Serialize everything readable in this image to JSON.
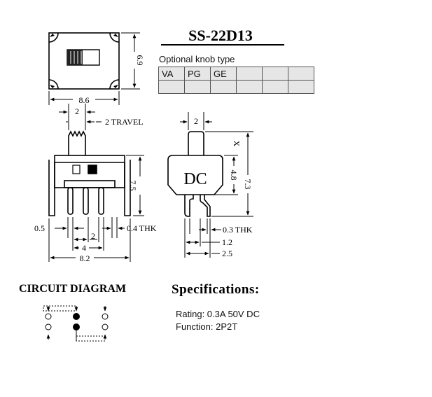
{
  "title": "SS-22D13",
  "knob": {
    "caption": "Optional knob type",
    "types": [
      "VA",
      "PG",
      "GE",
      "",
      "",
      ""
    ]
  },
  "top_view": {
    "width": "8.6",
    "height": "6.9"
  },
  "front_view": {
    "knob_width": "2",
    "travel": "2 TRAVEL",
    "height": "7.5",
    "pin_width": "0.5",
    "thickness": "0.4 THK",
    "pitch": "2",
    "span": "4",
    "overall": "8.2"
  },
  "side_view": {
    "knob_width": "2",
    "knob_label": "X",
    "body_label": "DC",
    "body_height": "4.8",
    "total_height": "7.3",
    "thickness": "0.3 THK",
    "pin_spacing": "1.2",
    "overall": "2.5"
  },
  "circuit": {
    "title": "CIRCUIT DIAGRAM"
  },
  "specs": {
    "title": "Specifications:",
    "rating": "Rating: 0.3A 50V DC",
    "function": "Function: 2P2T"
  }
}
